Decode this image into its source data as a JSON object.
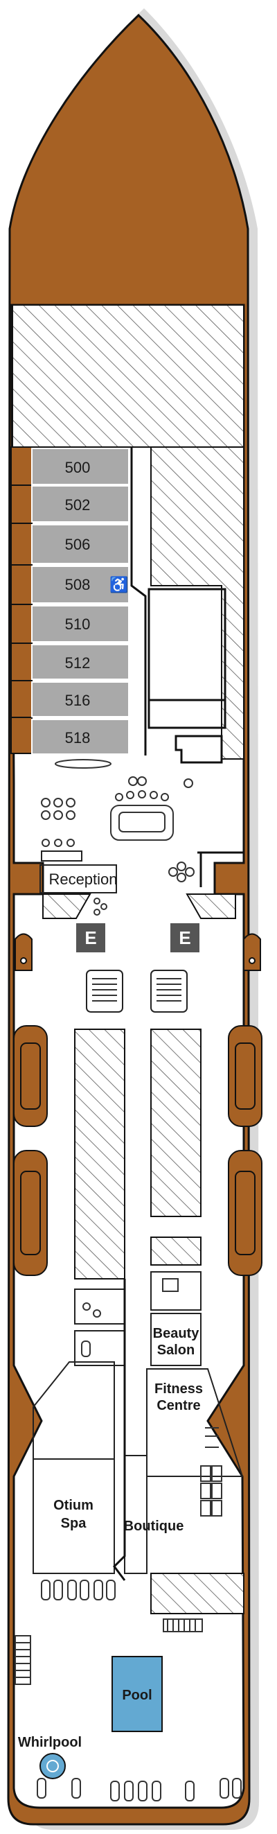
{
  "cabins": [
    {
      "number": "500",
      "accessible": false
    },
    {
      "number": "502",
      "accessible": false
    },
    {
      "number": "506",
      "accessible": false
    },
    {
      "number": "508",
      "accessible": true
    },
    {
      "number": "510",
      "accessible": false
    },
    {
      "number": "512",
      "accessible": false
    },
    {
      "number": "516",
      "accessible": false
    },
    {
      "number": "518",
      "accessible": false
    }
  ],
  "venues": {
    "reception": "Reception",
    "beauty_salon_1": "Beauty",
    "beauty_salon_2": "Salon",
    "fitness_1": "Fitness",
    "fitness_2": "Centre",
    "spa_1": "Otium",
    "spa_2": "Spa",
    "boutique": "Boutique",
    "pool": "Pool",
    "whirlpool": "Whirlpool"
  },
  "elevators": {
    "left": "E",
    "right": "E"
  },
  "accessible_symbol": "♿",
  "colors": {
    "hull": "#a66124",
    "deck": "#ffffff",
    "cabin": "#a9a9a9",
    "hatch": "#555555",
    "elevator": "#555555",
    "pool": "#63a9d2",
    "whirlpool": "#63a9d2"
  }
}
